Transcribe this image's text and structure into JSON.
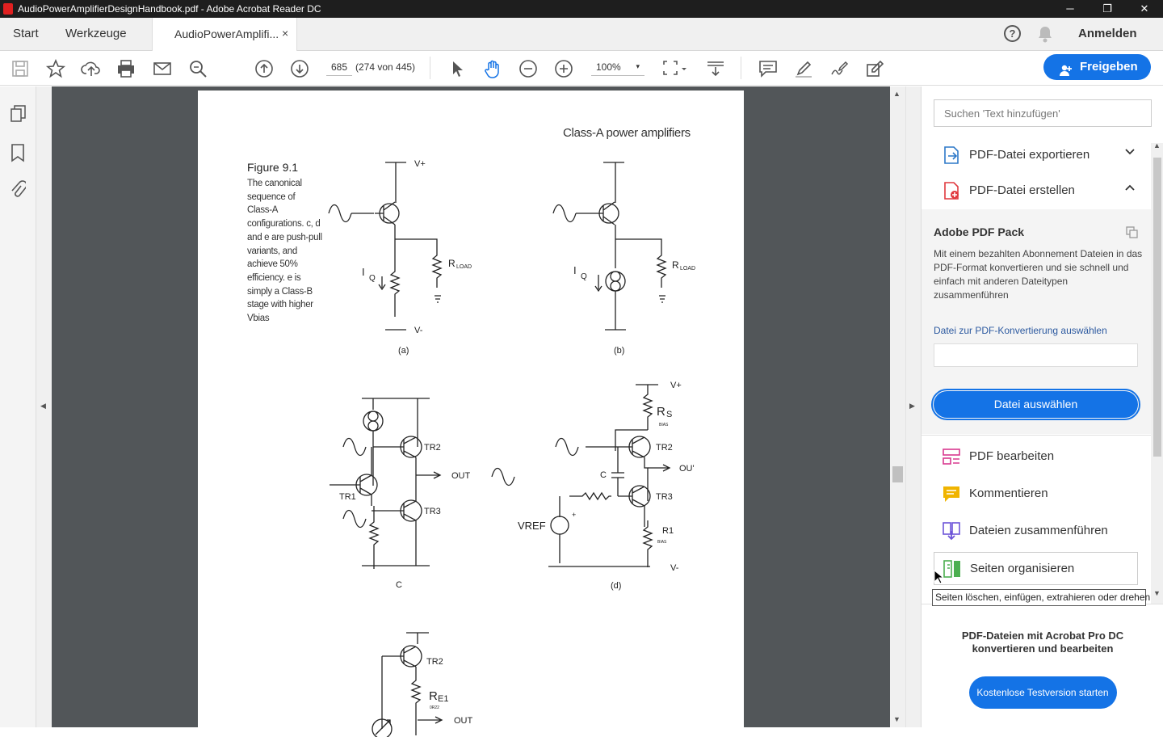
{
  "window": {
    "title": "AudioPowerAmplifierDesignHandbook.pdf - Adobe Acrobat Reader DC",
    "minimize": "─",
    "restore": "❐",
    "close": "✕"
  },
  "menubar": {
    "start": "Start",
    "tools": "Werkzeuge",
    "doc_tab": "AudioPowerAmplifi...",
    "doc_tab_close": "×",
    "help": "?",
    "signin": "Anmelden"
  },
  "toolbar": {
    "page_value": "685",
    "page_count": "(274 von 445)",
    "zoom": "100%",
    "zoom_chevron": "▾",
    "share": "Freigeben"
  },
  "page": {
    "header": "Class-A power amplifiers",
    "figure_title": "Figure 9.1",
    "figure_caption": [
      "The canonical",
      "sequence of",
      "Class-A",
      "configurations. c, d",
      "and e are push-pull",
      "variants, and",
      "achieve 50%",
      "efficiency. e is",
      "simply a Class-B",
      "stage with higher",
      "Vbias"
    ],
    "labels": {
      "a": "(a)",
      "b": "(b)",
      "c": "C",
      "d": "(d)",
      "vplus": "V+",
      "vminus": "V-",
      "rload": "R",
      "load_sub": "LOAD",
      "iq": "I",
      "iq_sub": "Q",
      "tr1": "TR1",
      "tr2": "TR2",
      "tr3": "TR3",
      "out": "OUT",
      "out_d": "OU'",
      "rs": "R",
      "rs_sub": "S",
      "bias": "BIAS",
      "vref": "VREF",
      "r1": "R1",
      "re1": "R",
      "re1_sub": "E1",
      "re1_val": "0R22",
      "plus": "+"
    }
  },
  "rightpane": {
    "search_placeholder": "Suchen 'Text hinzufügen'",
    "export": "PDF-Datei exportieren",
    "create": "PDF-Datei erstellen",
    "pack_title": "Adobe PDF Pack",
    "pack_desc": "Mit einem bezahlten Abonnement Dateien in das PDF-Format konvertieren und sie schnell und einfach mit anderen Dateitypen zusammenführen",
    "pack_link": "Datei zur PDF-Konvertierung auswählen",
    "pack_button": "Datei auswählen",
    "edit": "PDF bearbeiten",
    "comment": "Kommentieren",
    "combine": "Dateien zusammenführen",
    "organize": "Seiten organisieren",
    "tooltip": "Seiten löschen, einfügen, extrahieren oder drehen",
    "promo_text": "PDF-Dateien mit Acrobat Pro DC konvertieren und bearbeiten",
    "promo_button": "Kostenlose Testversion starten"
  }
}
